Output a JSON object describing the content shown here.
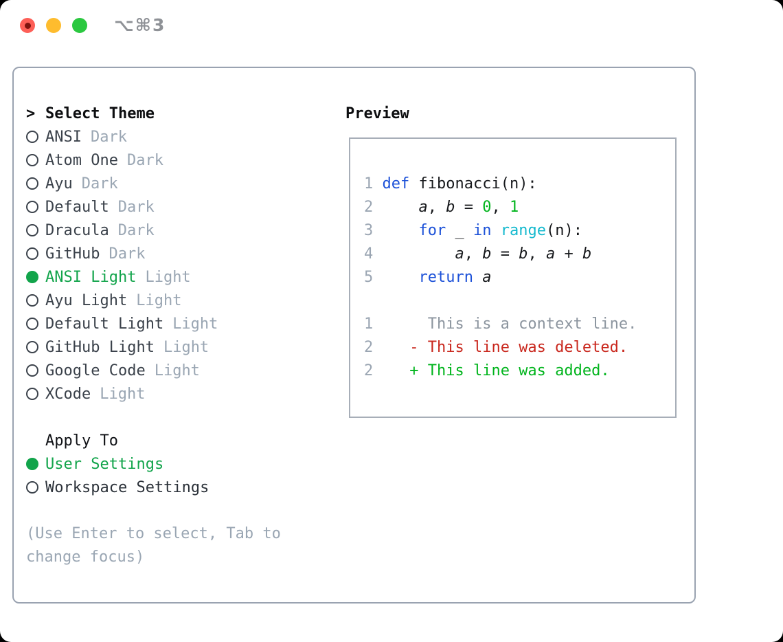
{
  "titlebar": {
    "title": "⌥⌘3"
  },
  "theme_list": {
    "prompt": ">",
    "header": "Select Theme",
    "items": [
      {
        "name": "ANSI",
        "variant": "Dark",
        "selected": false
      },
      {
        "name": "Atom One",
        "variant": "Dark",
        "selected": false
      },
      {
        "name": "Ayu",
        "variant": "Dark",
        "selected": false
      },
      {
        "name": "Default",
        "variant": "Dark",
        "selected": false
      },
      {
        "name": "Dracula",
        "variant": "Dark",
        "selected": false
      },
      {
        "name": "GitHub",
        "variant": "Dark",
        "selected": false
      },
      {
        "name": "ANSI Light",
        "variant": "Light",
        "selected": true
      },
      {
        "name": "Ayu Light",
        "variant": "Light",
        "selected": false
      },
      {
        "name": "Default Light",
        "variant": "Light",
        "selected": false
      },
      {
        "name": "GitHub Light",
        "variant": "Light",
        "selected": false
      },
      {
        "name": "Google Code",
        "variant": "Light",
        "selected": false
      },
      {
        "name": "XCode",
        "variant": "Light",
        "selected": false
      }
    ]
  },
  "apply_to": {
    "header": "Apply To",
    "options": [
      {
        "label": "User Settings",
        "selected": true
      },
      {
        "label": "Workspace Settings",
        "selected": false
      }
    ]
  },
  "help_text": "(Use Enter to select, Tab to change focus)",
  "preview": {
    "header": "Preview",
    "code_lines": [
      {
        "number": "1",
        "tokens": [
          {
            "t": "def",
            "c": "kw"
          },
          {
            "t": " fibonacci(n):",
            "c": "pl"
          }
        ]
      },
      {
        "number": "2",
        "tokens": [
          {
            "t": "    ",
            "c": "pl"
          },
          {
            "t": "a",
            "c": "var"
          },
          {
            "t": ", ",
            "c": "pl"
          },
          {
            "t": "b",
            "c": "var"
          },
          {
            "t": " = ",
            "c": "pl"
          },
          {
            "t": "0",
            "c": "num"
          },
          {
            "t": ", ",
            "c": "pl"
          },
          {
            "t": "1",
            "c": "num"
          }
        ]
      },
      {
        "number": "3",
        "tokens": [
          {
            "t": "    ",
            "c": "pl"
          },
          {
            "t": "for",
            "c": "kw"
          },
          {
            "t": " _ ",
            "c": "pl"
          },
          {
            "t": "in",
            "c": "kw"
          },
          {
            "t": " ",
            "c": "pl"
          },
          {
            "t": "range",
            "c": "builtin"
          },
          {
            "t": "(n):",
            "c": "pl"
          }
        ]
      },
      {
        "number": "4",
        "tokens": [
          {
            "t": "        ",
            "c": "pl"
          },
          {
            "t": "a",
            "c": "var"
          },
          {
            "t": ", ",
            "c": "pl"
          },
          {
            "t": "b",
            "c": "var"
          },
          {
            "t": " = ",
            "c": "pl"
          },
          {
            "t": "b",
            "c": "var"
          },
          {
            "t": ", ",
            "c": "pl"
          },
          {
            "t": "a",
            "c": "var"
          },
          {
            "t": " + ",
            "c": "pl"
          },
          {
            "t": "b",
            "c": "var"
          }
        ]
      },
      {
        "number": "5",
        "tokens": [
          {
            "t": "    ",
            "c": "pl"
          },
          {
            "t": "return",
            "c": "kw"
          },
          {
            "t": " ",
            "c": "pl"
          },
          {
            "t": "a",
            "c": "var"
          }
        ]
      }
    ],
    "diff_lines": [
      {
        "number": "1",
        "tokens": [
          {
            "t": "     This is a context line.",
            "c": "ctx"
          }
        ]
      },
      {
        "number": "2",
        "tokens": [
          {
            "t": "   ",
            "c": "pl"
          },
          {
            "t": "- This line was deleted.",
            "c": "del"
          }
        ]
      },
      {
        "number": "2",
        "tokens": [
          {
            "t": "   ",
            "c": "pl"
          },
          {
            "t": "+ This line was added.",
            "c": "add"
          }
        ]
      }
    ]
  },
  "colors": {
    "selection_green": "#12a44b",
    "keyword_blue": "#1c51d8",
    "builtin_cyan": "#14b9ce",
    "literal_green": "#00b41c",
    "deleted_red": "#c9271d",
    "muted_gray": "#9aa6b3",
    "border_gray": "#9aa3b1",
    "traffic_red": "#fd5f57",
    "traffic_yellow": "#febc2e",
    "traffic_green": "#2bc840"
  }
}
